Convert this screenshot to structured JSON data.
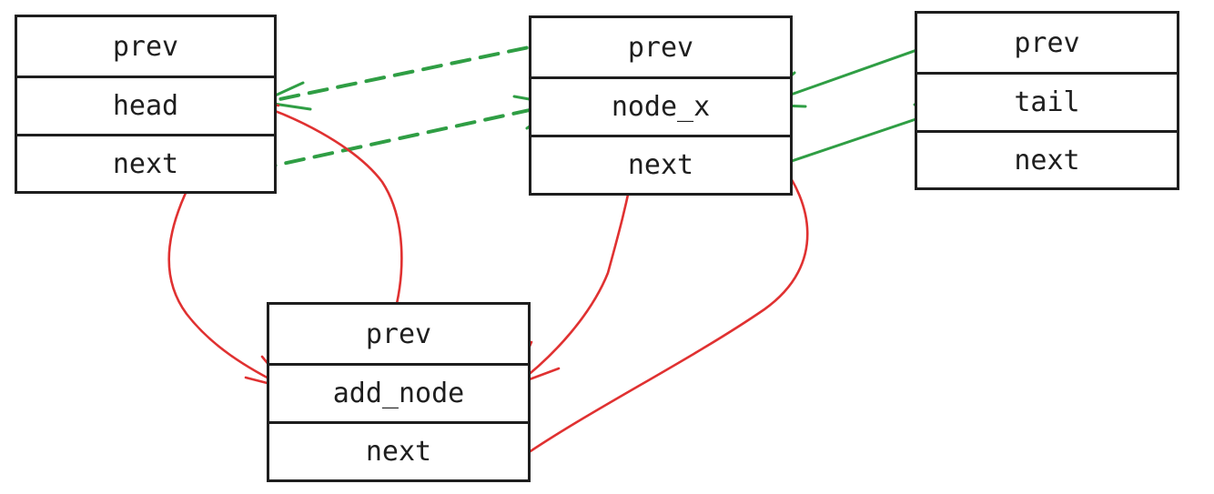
{
  "nodes": {
    "head_node": {
      "top": "prev",
      "middle": "head",
      "bottom": "next"
    },
    "x_node": {
      "top": "prev",
      "middle": "node_x",
      "bottom": "next"
    },
    "tail_node": {
      "top": "prev",
      "middle": "tail",
      "bottom": "next"
    },
    "add_node": {
      "top": "prev",
      "middle": "add_node",
      "bottom": "next"
    }
  },
  "colors": {
    "box_border": "#1e1e1e",
    "new_links": "#e03131",
    "existing_links": "#2f9e44"
  }
}
